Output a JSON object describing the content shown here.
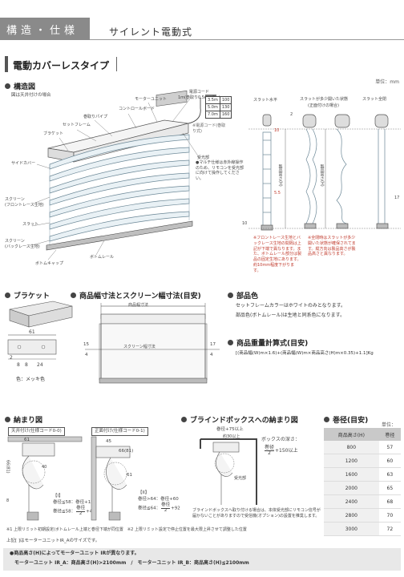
{
  "header": {
    "section": "構造・仕様",
    "title": "サイレント電動式"
  },
  "subheader": {
    "title": "電動カバーレスタイプ"
  },
  "unit_label": "単位：mm",
  "structure": {
    "heading": "構造図",
    "caption": "図は天井付けの場合",
    "labels": {
      "power_unit": "電源コード",
      "power_cord_len": "1m(巻取り0.5m・3m)",
      "motor_unit": "モーターユニット",
      "control_board": "コントロールボード",
      "roll_pipe": "巻取りパイプ",
      "set_frame": "セットフレーム",
      "bracket": "ブラケット",
      "side_cover": "サイドカバー",
      "screen_front": "スクリーン",
      "screen_front_sub": "(フロントレース生地)",
      "slat": "スラット",
      "screen_back": "スクリーン",
      "screen_back_sub": "(バックレース生地)",
      "bottom_cap": "ボトムキャップ",
      "bottom_rail": "ボトムレール",
      "receiver": "受光部",
      "remote_note": "●マルチ仕様は赤外線操作のため、リモコンを受光部に向けて操作してください。",
      "small_note": "※電源コード(巻取り式)"
    },
    "cord_table": [
      [
        "3.5m",
        "100"
      ],
      [
        "5.0m",
        "130"
      ],
      [
        "7.0m",
        "160"
      ]
    ],
    "state_labels": {
      "level": "スラット水平",
      "half": "スラットが多少開いた状態",
      "half_sub": "(正面付けの場合)",
      "full": "スラット全閉"
    },
    "dims": {
      "d10": "10",
      "d55": "5.5",
      "d10b": "10",
      "d17": "17",
      "d2": "2",
      "h_label": "製品高さ(H)"
    },
    "note_left": "※フロントレース生地とバックレース生地の間隔は上記が下端で異なります。また、ボトムレール部分は製品の固定生地にあります。約10mm程度下がります。",
    "note_right": "※全閉時はスラットが多少開いた状態が確保されてます。縦方向は製品高さが製品高さと異なります。"
  },
  "bracket": {
    "heading": "ブラケット",
    "dims": {
      "w61": "61",
      "d8": "8",
      "d24": "24",
      "d2": "2"
    },
    "color": "色：メッキ色"
  },
  "screen_width": {
    "heading": "商品幅寸法とスクリーン幅寸法(目安)",
    "product_width": "商品幅寸法",
    "screen_width": "スクリーン幅寸法",
    "left15": "15",
    "left4": "4",
    "right17": "17",
    "right4": "4"
  },
  "parts_color": {
    "heading": "部品色",
    "line1": "セットフレームカラーはホワイトのみとなります。",
    "line2": "部品色(ボトムレール)は生地と同系色になります。"
  },
  "weight": {
    "heading": "商品重量計算式(目安)",
    "formula": "[(商品幅(W)m×1.6)+(商品幅(W)m×商品高さ(H)m×0.35)+1.1]Kg"
  },
  "fit": {
    "heading": "納まり図",
    "ceiling": {
      "title": "天井付け(仕様コード0-0)",
      "dims": {
        "w61": "61",
        "d66": "66(81)",
        "d40": "40",
        "d8": "8"
      },
      "note_label": "【I】",
      "note1": "巻径≦58：巻径+15",
      "note2": "巻径≦58：",
      "frac_top": "巻径",
      "frac_bot": "2",
      "note2_suffix": "+44"
    },
    "front": {
      "title": "正面付け(仕様コード0-1)",
      "dims": {
        "d45": "45",
        "d66": "66(81)",
        "d61": "61"
      },
      "note_label": "【II】",
      "note1": "巻径>64：巻径+60",
      "note2": "巻径≦64：",
      "frac_top": "巻径",
      "frac_bot": "2",
      "note2_suffix": "+92"
    }
  },
  "blind_box": {
    "heading": "ブラインドボックスへの納まり図",
    "top_label": "巻径+75以上",
    "top_sub": "約30以上",
    "depth_label": "ボックスの深さ：",
    "depth_frac_top": "巻径",
    "depth_frac_bot": "2",
    "depth_suffix": "+150以上",
    "receiver": "受光部",
    "note": "ブラインドボックスへ取り付ける場合は、本体受光部にリモコン信号が届かないことがありますので受信機(オプション)の設置を推奨します。"
  },
  "roll": {
    "heading": "巻径(目安)",
    "unit": "単位：mm",
    "headers": [
      "商品高さ(H)",
      "巻径"
    ],
    "rows": [
      [
        "800",
        "57"
      ],
      [
        "1200",
        "60"
      ],
      [
        "1600",
        "63"
      ],
      [
        "2000",
        "65"
      ],
      [
        "2400",
        "68"
      ],
      [
        "2800",
        "70"
      ],
      [
        "3000",
        "72"
      ]
    ]
  },
  "footnote1": "※1 上限リミット初期設定(ボトムレール上端と巻径下端が同位置　※2 上限リミット設定で停止位置を最大限上昇させて調整した位置",
  "footnote2": "上記[ ]はモーターユニットIR_Aのサイズです。",
  "bottom": {
    "line1": "●商品高さ(H)によってモーターユニット IRが異なります。",
    "line2": "モーターユニット IR_A：商品高さ(H)>2100mm　/　モーターユニット IR_B：商品高さ(H)≦2100mm"
  }
}
